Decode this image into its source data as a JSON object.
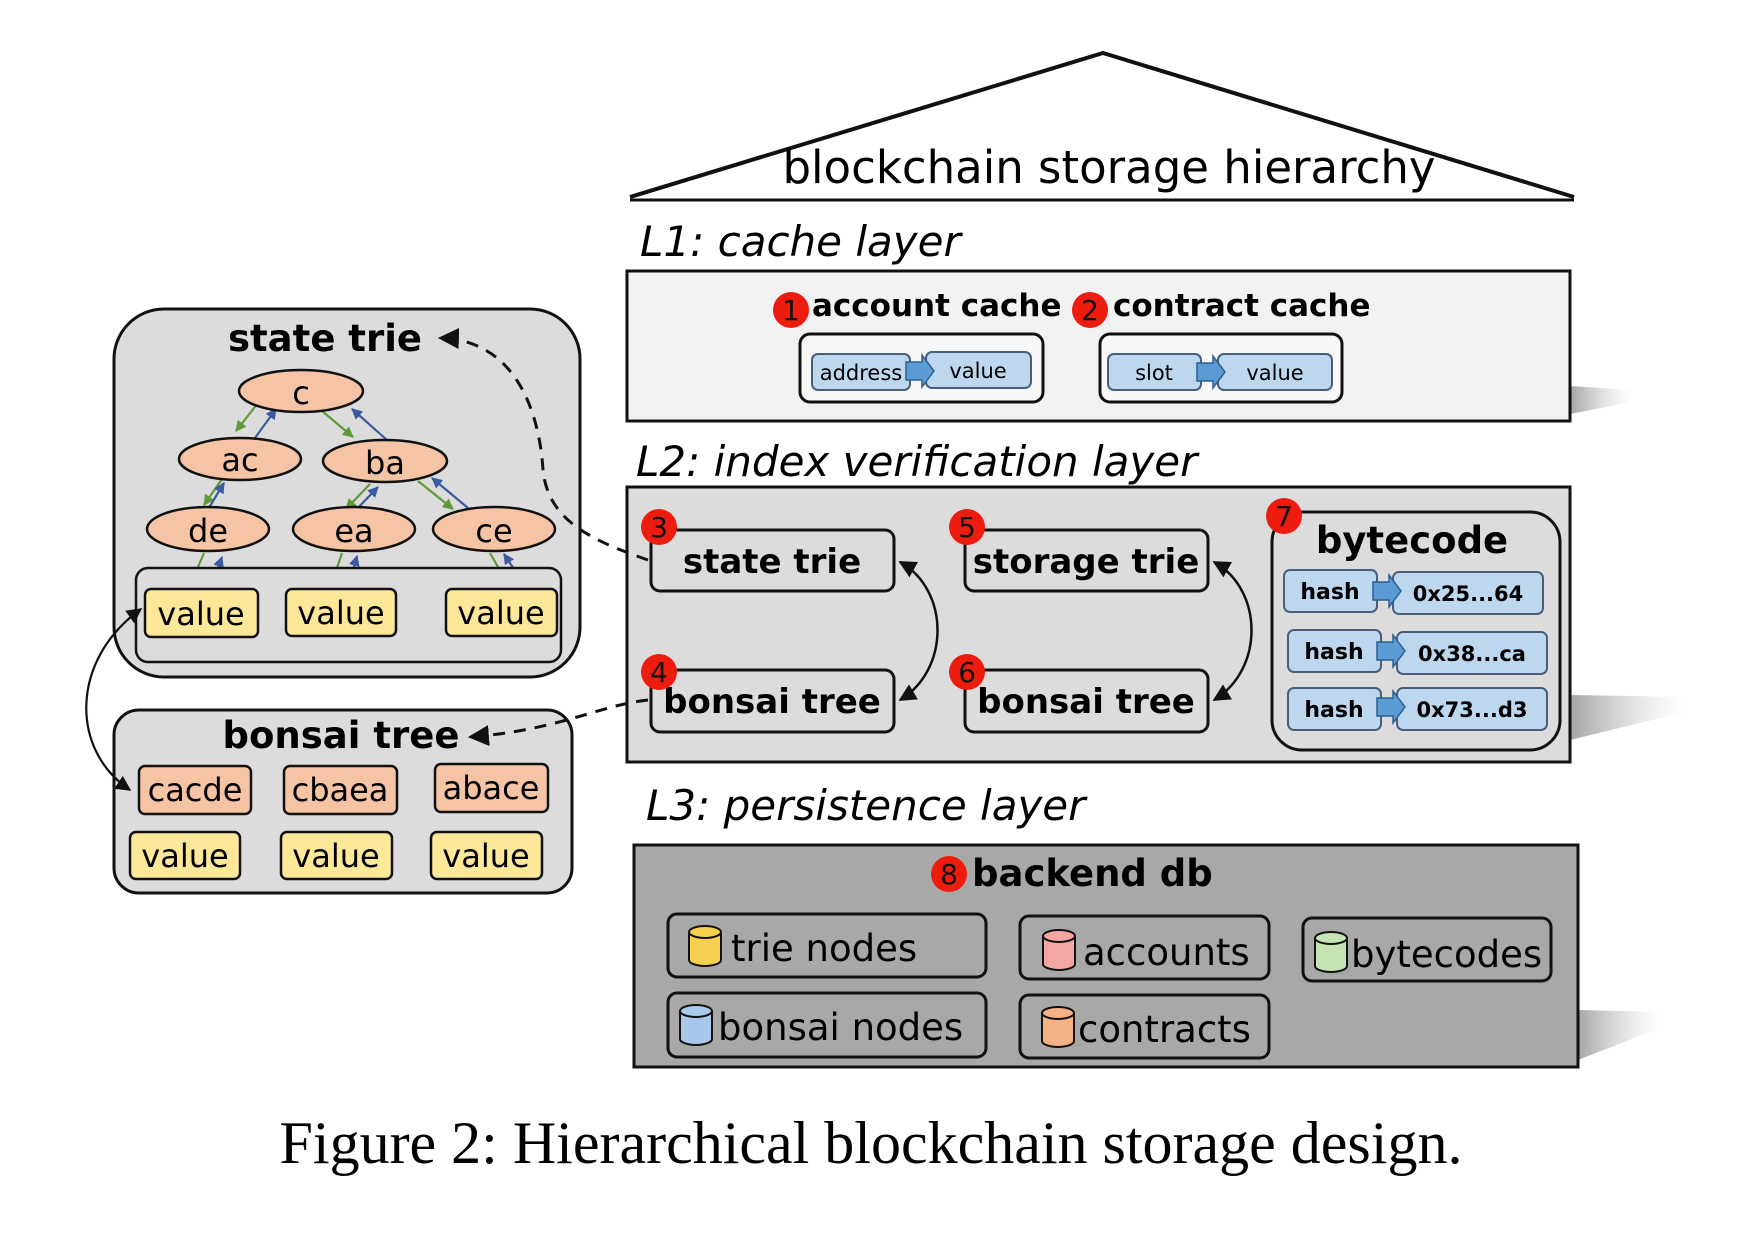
{
  "hierarchy_title": "blockchain storage hierarchy",
  "layers": {
    "l1": "L1: cache layer",
    "l2": "L2: index verification layer",
    "l3": "L3: persistence layer"
  },
  "l1": {
    "account_cache": {
      "badge": "1",
      "title": "account cache",
      "key": "address",
      "value": "value"
    },
    "contract_cache": {
      "badge": "2",
      "title": "contract cache",
      "key": "slot",
      "value": "value"
    }
  },
  "l2": {
    "state_trie": {
      "badge": "3",
      "label": "state trie"
    },
    "bonsai_tree_a": {
      "badge": "4",
      "label": "bonsai tree"
    },
    "storage_trie": {
      "badge": "5",
      "label": "storage trie"
    },
    "bonsai_tree_b": {
      "badge": "6",
      "label": "bonsai tree"
    },
    "bytecode": {
      "badge": "7",
      "title": "bytecode",
      "rows": [
        {
          "key": "hash",
          "value": "0x25...64"
        },
        {
          "key": "hash",
          "value": "0x38...ca"
        },
        {
          "key": "hash",
          "value": "0x73...d3"
        }
      ]
    }
  },
  "l3": {
    "badge": "8",
    "title": "backend db",
    "stores": [
      {
        "label": "trie nodes",
        "color": "#f5cf4e"
      },
      {
        "label": "accounts",
        "color": "#f4a7a2"
      },
      {
        "label": "bytecodes",
        "color": "#c6e3b3"
      },
      {
        "label": "bonsai nodes",
        "color": "#a7c8eb"
      },
      {
        "label": "contracts",
        "color": "#f3b184"
      }
    ]
  },
  "state_trie_detail": {
    "title": "state trie",
    "nodes": [
      "c",
      "ac",
      "ba",
      "de",
      "ea",
      "ce"
    ],
    "values": [
      "value",
      "value",
      "value"
    ]
  },
  "bonsai_detail": {
    "title": "bonsai tree",
    "keys": [
      "cacde",
      "cbaea",
      "abace"
    ],
    "values": [
      "value",
      "value",
      "value"
    ]
  },
  "caption": "Figure 2: Hierarchical blockchain storage design.",
  "colors": {
    "node_fill": "#f5c4a5",
    "value_fill": "#fde89a",
    "cache_fill": "#bcd7ee",
    "badge": "#ee1c0e",
    "green_arrow": "#5e9a3a",
    "blue_arrow": "#3c5aa0"
  }
}
